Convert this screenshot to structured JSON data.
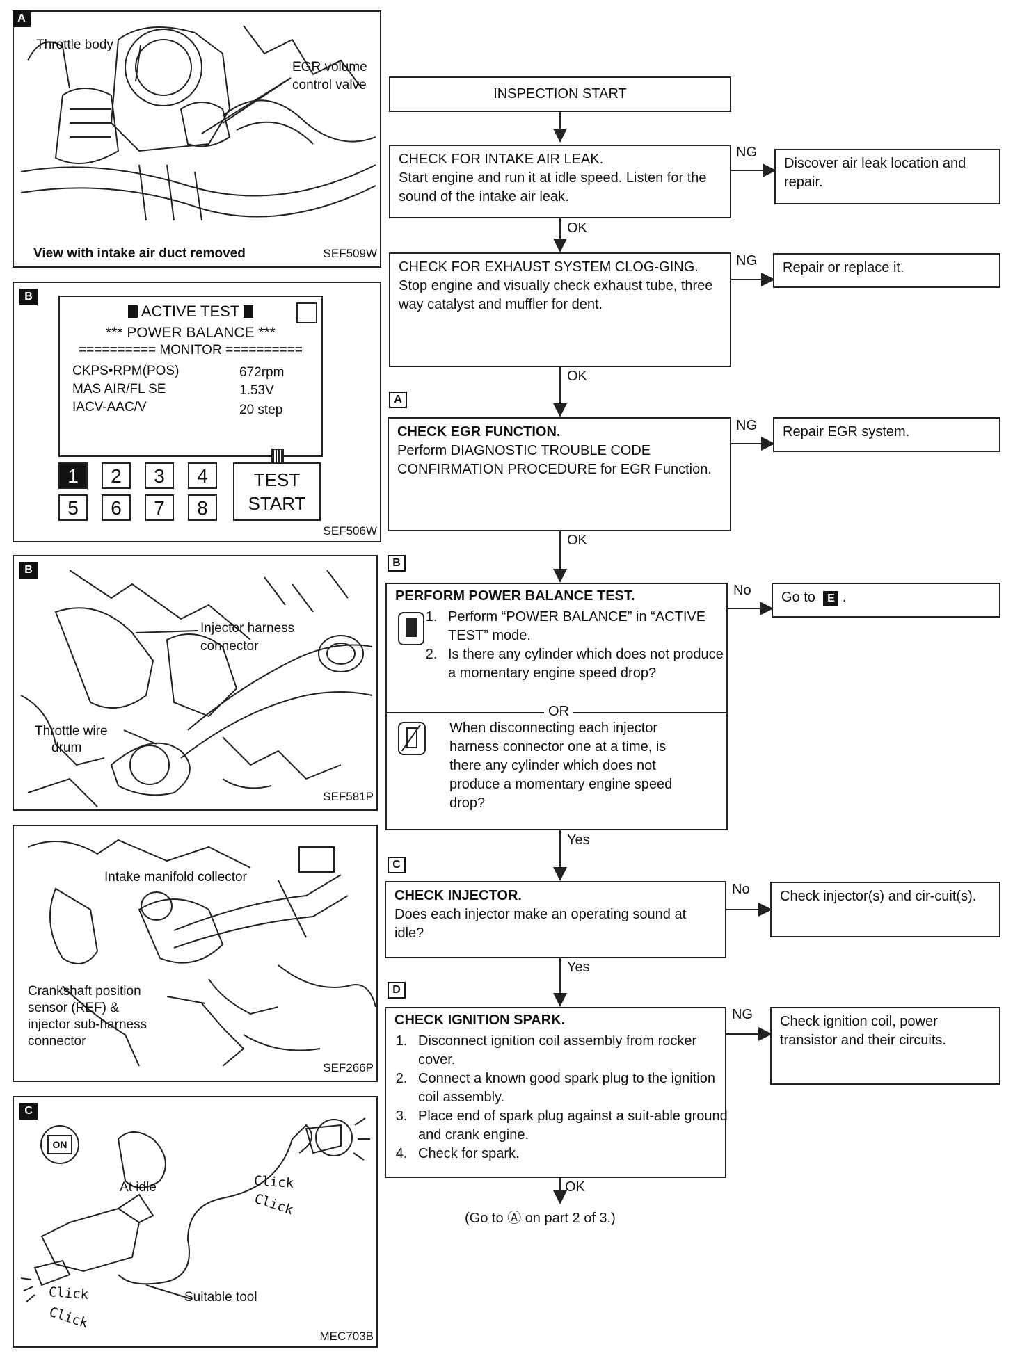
{
  "panelA": {
    "tag": "A",
    "throttle_body": "Throttle body",
    "egr_valve_1": "EGR volume",
    "egr_valve_2": "control valve",
    "caption": "View with intake air duct removed",
    "code": "SEF509W"
  },
  "panelB1": {
    "tag": "B",
    "title": "ACTIVE TEST",
    "subtitle": "*** POWER BALANCE ***",
    "monitor": "========== MONITOR ==========",
    "rows": [
      {
        "name": "CKPS•RPM(POS)",
        "value": "672rpm"
      },
      {
        "name": "MAS AIR/FL SE",
        "value": "1.53V"
      },
      {
        "name": "IACV-AAC/V",
        "value": "20 step"
      }
    ],
    "keys": [
      "1",
      "2",
      "3",
      "4",
      "5",
      "6",
      "7",
      "8"
    ],
    "test_1": "TEST",
    "test_2": "START",
    "code": "SEF506W"
  },
  "panelB2": {
    "tag": "B",
    "injector_1": "Injector harness",
    "injector_2": "connector",
    "throttle_1": "Throttle wire",
    "throttle_2": "drum",
    "code": "SEF581P"
  },
  "panelB3": {
    "collector": "Intake manifold collector",
    "crank_1": "Crankshaft position",
    "crank_2": "sensor (REF) &",
    "crank_3": "injector sub-harness",
    "crank_4": "connector",
    "code": "SEF266P"
  },
  "panelC": {
    "tag": "C",
    "on_label": "ON",
    "at_idle": "At idle",
    "click_1": "Click",
    "click_2": "Click",
    "click_3": "Click",
    "click_4": "Click",
    "tool": "Suitable tool",
    "code": "MEC703B"
  },
  "flow": {
    "start": "INSPECTION START",
    "step1": {
      "title": "CHECK FOR INTAKE AIR LEAK.",
      "body": "Start engine and run it at idle speed. Listen for the sound of the intake air leak.",
      "ng": "NG",
      "ng_action": "Discover air leak location and repair.",
      "ok": "OK"
    },
    "step2": {
      "title": "CHECK FOR EXHAUST SYSTEM CLOG-GING.",
      "body": "Stop engine and visually check exhaust tube, three way catalyst and muffler for dent.",
      "ng": "NG",
      "ng_action": "Repair or replace it.",
      "ok": "OK"
    },
    "step3": {
      "tag": "A",
      "title": "CHECK EGR FUNCTION.",
      "body": "Perform DIAGNOSTIC TROUBLE CODE CONFIRMATION PROCEDURE for EGR Function.",
      "ng": "NG",
      "ng_action": "Repair EGR system.",
      "ok": "OK"
    },
    "step4": {
      "tag": "B",
      "title": "PERFORM POWER BALANCE TEST.",
      "items": [
        "Perform “POWER BALANCE” in “ACTIVE TEST” mode.",
        "Is there any cylinder which does not produce a momentary engine speed drop?"
      ],
      "or": "OR",
      "alt": "When disconnecting each injector harness connector one at a time, is there any cylinder which does not produce a momentary engine speed drop?",
      "no": "No",
      "no_action_prefix": "Go to",
      "no_action_tag": "E",
      "no_action_suffix": ".",
      "yes": "Yes"
    },
    "step5": {
      "tag": "C",
      "title": "CHECK INJECTOR.",
      "body": "Does each injector make an operating sound at idle?",
      "no": "No",
      "no_action": "Check injector(s) and cir-cuit(s).",
      "yes": "Yes"
    },
    "step6": {
      "tag": "D",
      "title": "CHECK IGNITION SPARK.",
      "items": [
        "Disconnect ignition coil assembly from rocker cover.",
        "Connect a known good spark plug to the ignition coil assembly.",
        "Place end of spark plug against a suit-able ground and crank engine.",
        "Check for spark."
      ],
      "ng": "NG",
      "ng_action": "Check ignition coil, power transistor and their circuits.",
      "ok": "OK"
    },
    "footer": "(Go to Ⓐ on part 2 of 3.)"
  }
}
